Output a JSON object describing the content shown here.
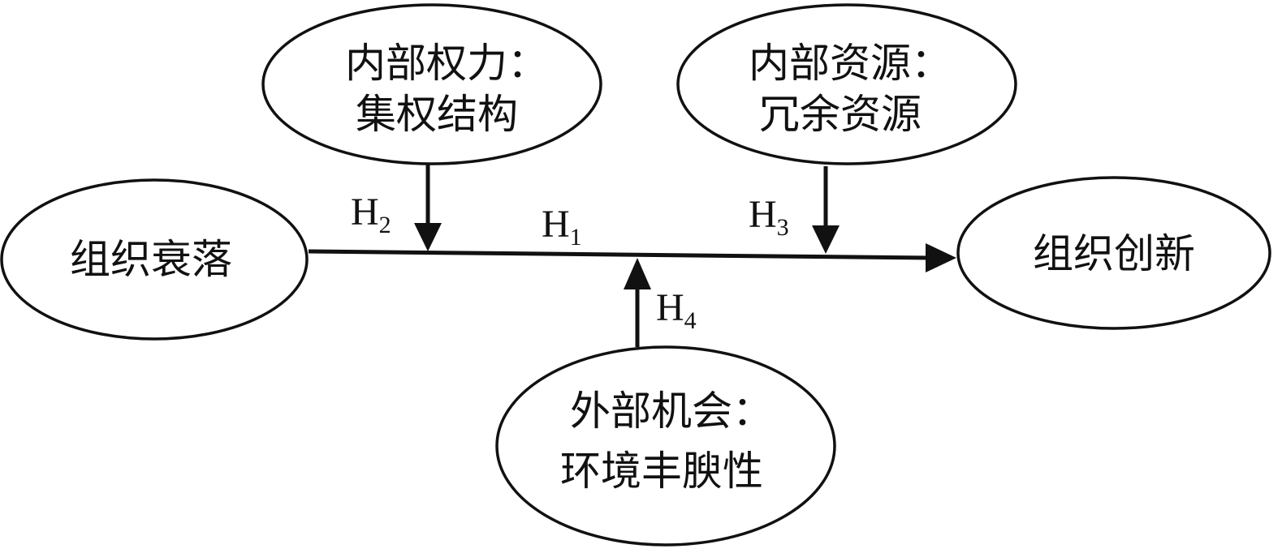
{
  "nodes": {
    "internal_power": {
      "line1": "内部权力：",
      "line2": "集权结构"
    },
    "internal_resource": {
      "line1": "内部资源：",
      "line2": "冗余资源"
    },
    "decline": {
      "label": "组织衰落"
    },
    "innovation": {
      "label": "组织创新"
    },
    "external_opportunity": {
      "line1": "外部机会：",
      "line2": "环境丰腴性"
    }
  },
  "hypotheses": {
    "h1": {
      "letter": "H",
      "sub": "1"
    },
    "h2": {
      "letter": "H",
      "sub": "2"
    },
    "h3": {
      "letter": "H",
      "sub": "3"
    },
    "h4": {
      "letter": "H",
      "sub": "4"
    }
  },
  "colors": {
    "stroke": "#111111",
    "background": "#ffffff"
  }
}
